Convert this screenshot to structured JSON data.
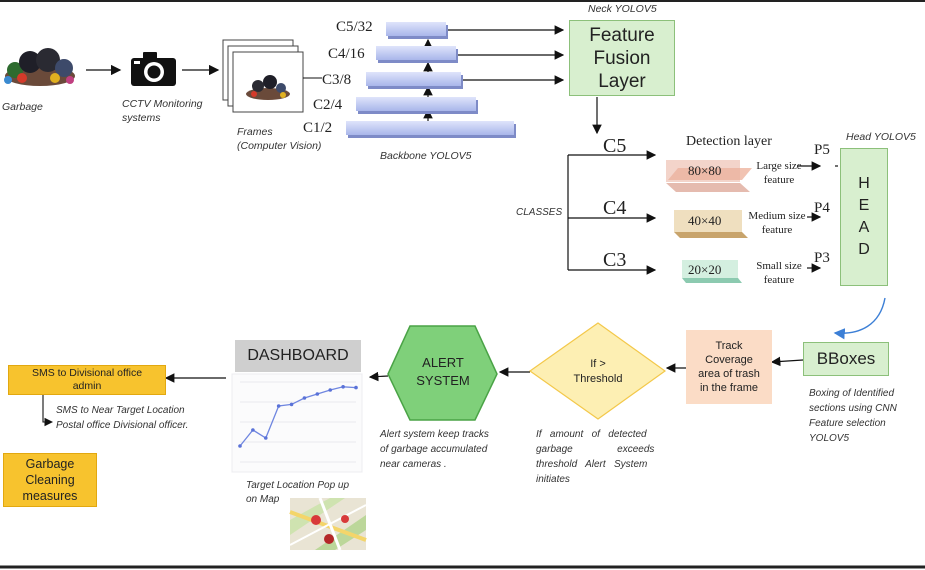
{
  "labels": {
    "garbage": "Garbage",
    "cctv": "CCTV Monitoring\nsystems",
    "frames": "Frames\n(Computer Vision)",
    "backbone": "Backbone YOLOV5",
    "neck": "Neck YOLOV5",
    "head_title": "Head YOLOV5",
    "detection_layer": "Detection layer",
    "classes": "CLASSES",
    "bboxes_desc": "Boxing of Identified\nsections using CNN\nFeature selection\nYOLOV5",
    "threshold_desc": "If   amount   of   detected\ngarbage                exceeds\nthreshold   Alert   System\ninitiates",
    "alert_desc": "Alert system keep tracks\nof garbage accumulated\nnear cameras .",
    "map_caption": "Target Location Pop up\non Map",
    "sms_note": "SMS to Near Target Location\nPostal office Divisional officer."
  },
  "backbone_levels": [
    "C5/32",
    "C4/16",
    "C3/8",
    "C2/4",
    "C1/2"
  ],
  "feature_fusion": "Feature\nFusion\nLayer",
  "scales": [
    "C5",
    "C4",
    "C3"
  ],
  "grids": [
    "80×80",
    "40×40",
    "20×20"
  ],
  "size_features": [
    "Large size\nfeature",
    "Medium size\nfeature",
    "Small size\nfeature"
  ],
  "p_levels": [
    "P5",
    "P4",
    "P3"
  ],
  "head_letters": [
    "H",
    "E",
    "A",
    "D"
  ],
  "bboxes": "BBoxes",
  "track": "Track\nCoverage\narea of trash\nin the frame",
  "threshold": "If >\nThreshold",
  "alert": "ALERT\nSYSTEM",
  "dashboard": "DASHBOARD",
  "sms_box": "SMS to Divisional office\nadmin",
  "cleaning": "Garbage\nCleaning\nmeasures",
  "colors": {
    "green_fill": "#d8efcf",
    "green_border": "#8cc07a",
    "orange": "#f7c32e",
    "peach": "#fbdcc6",
    "diamond": "#fdefb3",
    "slab": "#b9c4f0"
  },
  "dashboard_chart": {
    "values": [
      2,
      4,
      3,
      7,
      7.2,
      8,
      8.5,
      9,
      9.4,
      9.3
    ],
    "ylim": [
      0,
      10
    ]
  }
}
